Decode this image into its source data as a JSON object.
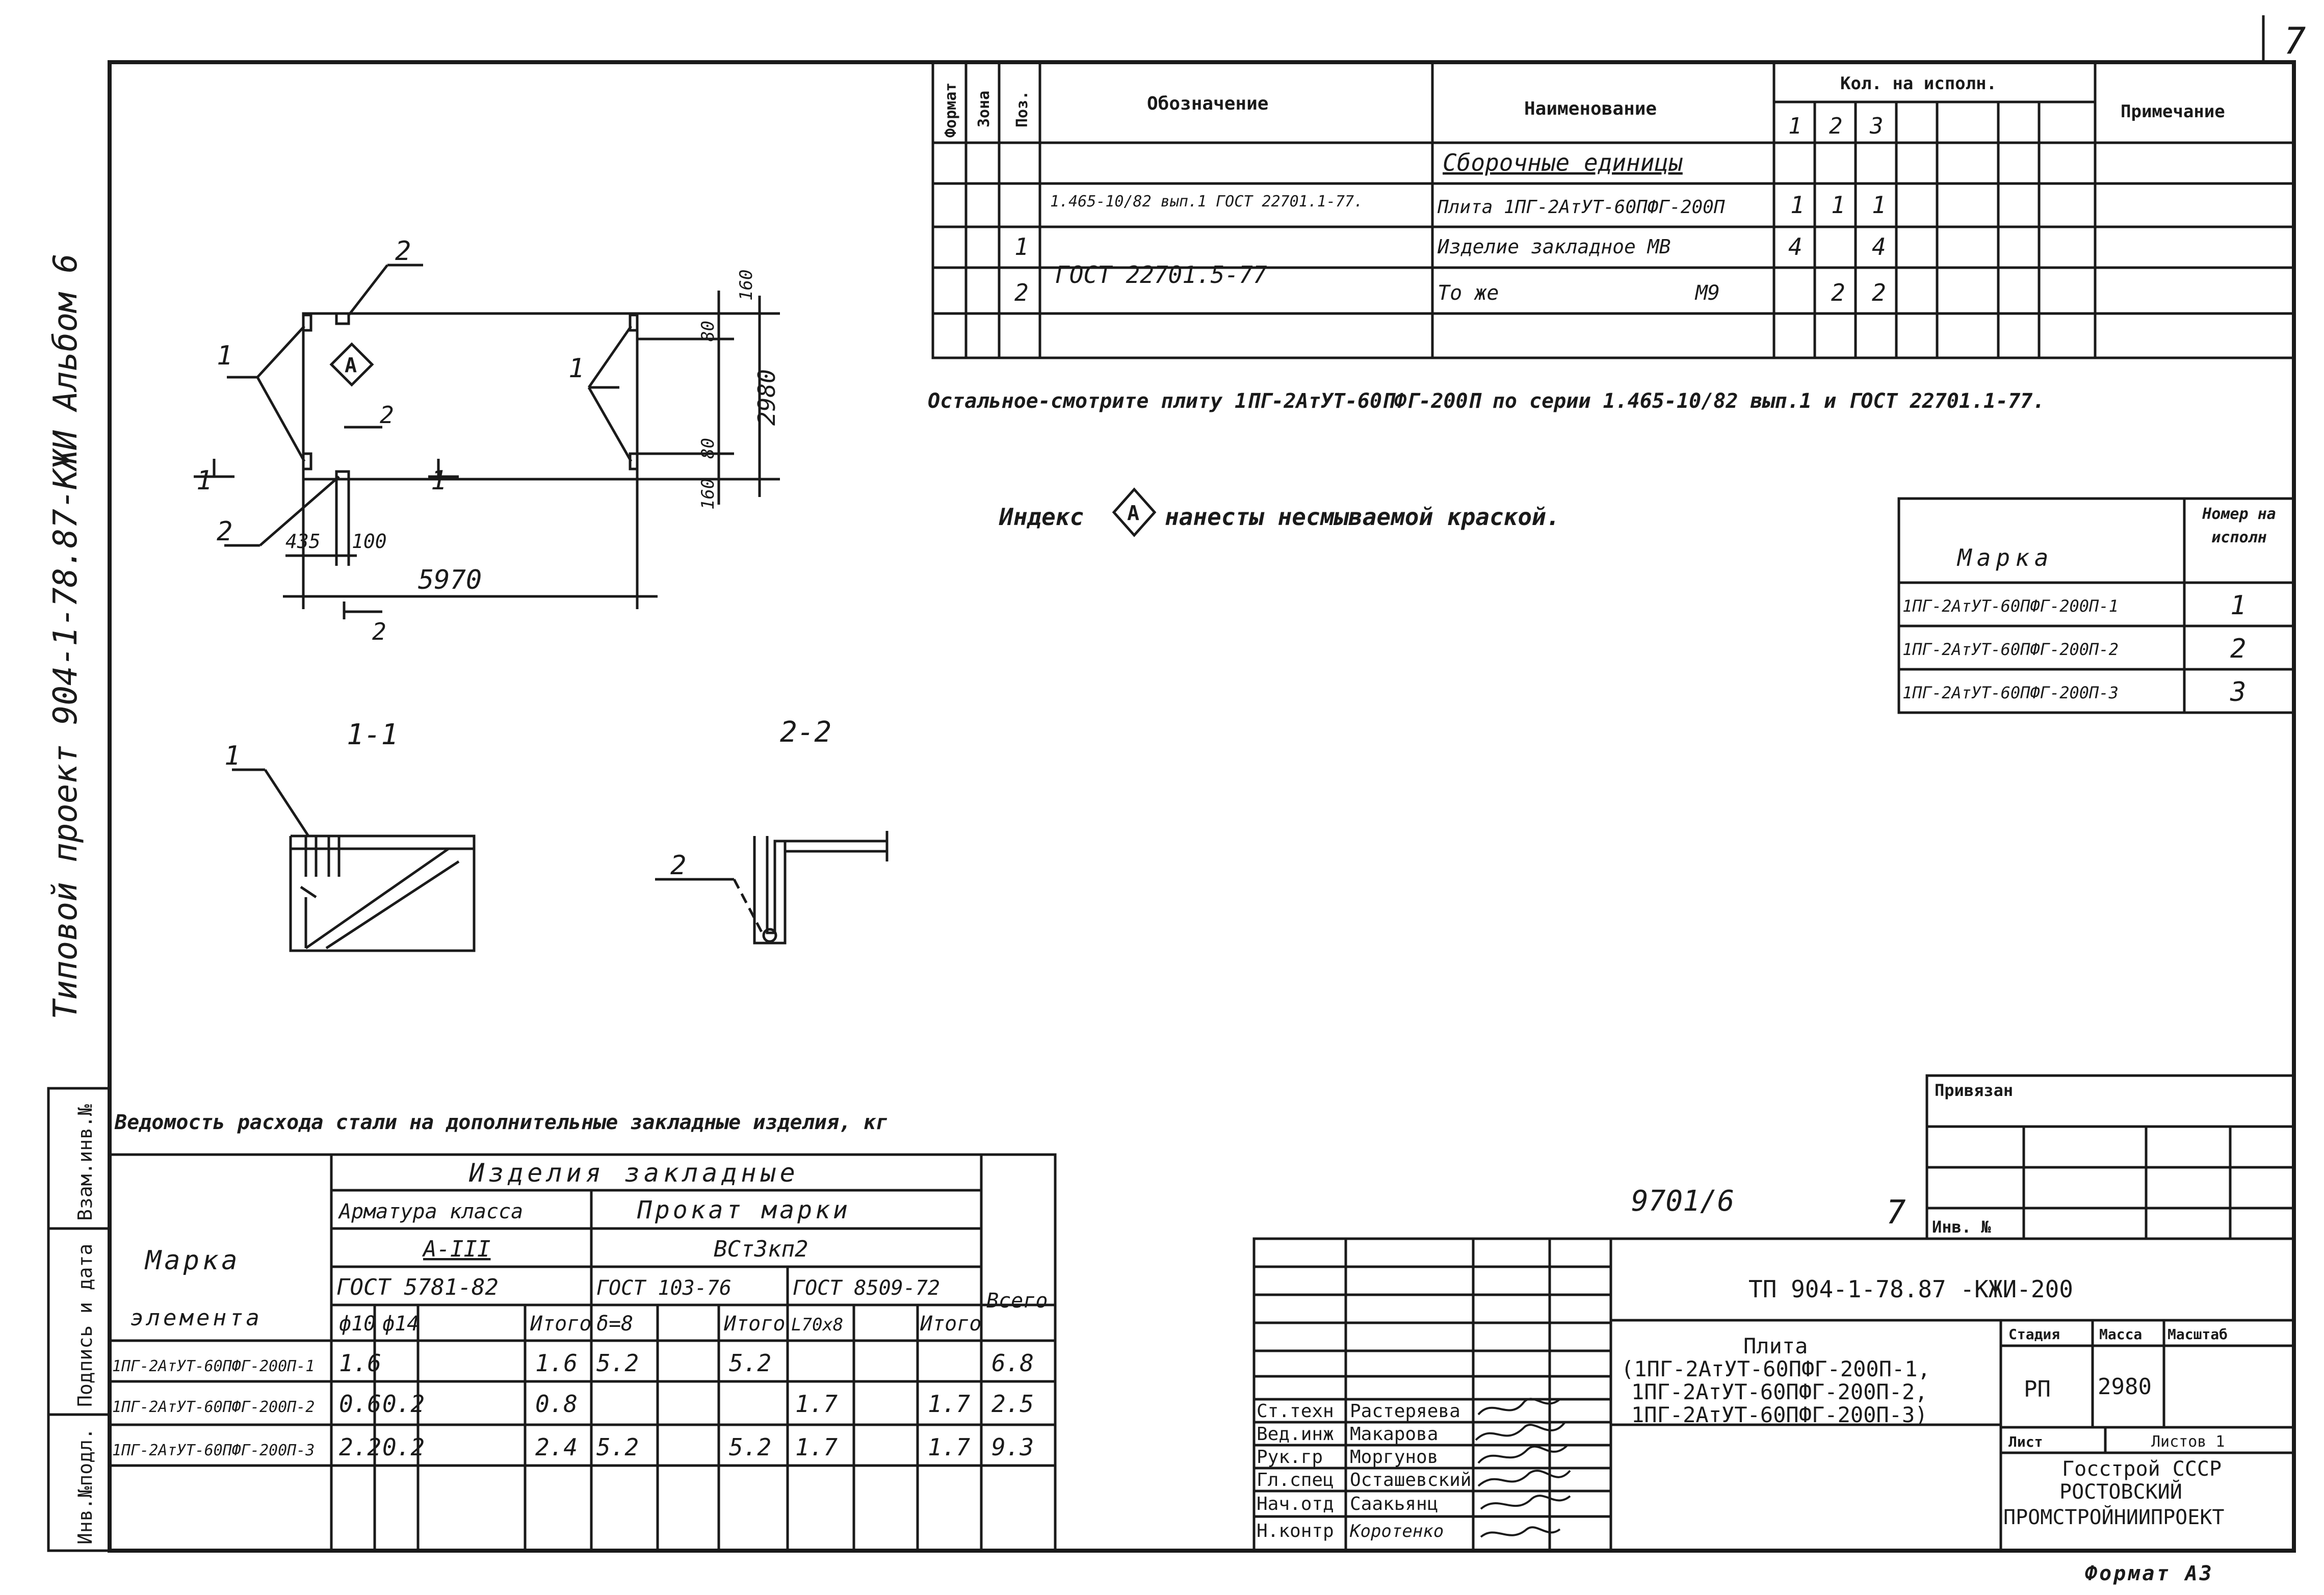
{
  "page_number": "7",
  "side_stamp": "Типовой проект 904-1-78.87-КЖИ Альбом 6",
  "spec_table": {
    "headers": {
      "format": "Формат",
      "zone": "Зона",
      "pos": "Поз.",
      "designation": "Обозначение",
      "name": "Наименование",
      "qty_group": "Кол. на исполн.",
      "qty_cols": [
        "1",
        "2",
        "3"
      ],
      "note": "Примечание"
    },
    "rows": [
      {
        "pos": "",
        "designation": "",
        "name": "Сборочные единицы",
        "q1": "",
        "q2": "",
        "q3": ""
      },
      {
        "pos": "",
        "designation": "1.465-10/82 вып.1 ГОСТ 22701.1-77.",
        "name": "Плита 1ПГ-2АтУТ-60ПФГ-200П",
        "q1": "1",
        "q2": "1",
        "q3": "1"
      },
      {
        "pos": "1",
        "designation": "ГОСТ 22701.5-77",
        "name": "Изделие закладное МВ",
        "q1": "4",
        "q2": "",
        "q3": "4"
      },
      {
        "pos": "2",
        "designation": "",
        "name": "То же                М9",
        "q1": "",
        "q2": "2",
        "q3": "2"
      },
      {
        "pos": "",
        "designation": "",
        "name": "",
        "q1": "",
        "q2": "",
        "q3": ""
      }
    ]
  },
  "notes": {
    "note1": "Остальное-смотрите плиту 1ПГ-2АтУТ-60ПФГ-200П по серии 1.465-10/82 вып.1 и ГОСТ 22701.1-77.",
    "note2_pre": "Индекс",
    "note2_post": "нанесты несмываемой краской.",
    "index_letter": "А"
  },
  "mark_table": {
    "col1": "Марка",
    "col2": "Номер на исполн",
    "rows": [
      {
        "mark": "1ПГ-2АтУТ-60ПФГ-200П-1",
        "num": "1"
      },
      {
        "mark": "1ПГ-2АтУТ-60ПФГ-200П-2",
        "num": "2"
      },
      {
        "mark": "1ПГ-2АтУТ-60ПФГ-200П-3",
        "num": "3"
      }
    ]
  },
  "plan": {
    "dim_length": "5970",
    "dim_width": "2980",
    "dim_left_a": "435",
    "dim_left_b": "100",
    "dim_right_a": "160",
    "dim_right_b": "160",
    "dim_right_c": "80",
    "dim_right_d": "80",
    "callout1": "1",
    "callout2": "2",
    "section1": "1",
    "section2": "2",
    "index_letter": "А"
  },
  "sections": {
    "s11_title": "1-1",
    "s22_title": "2-2",
    "callout1": "1",
    "callout2": "2"
  },
  "steel_table": {
    "title": "Ведомость расхода стали на дополнительные закладные изделия, кг",
    "col_mark": "Марка",
    "col_mark2": "элемента",
    "group": "Изделия закладные",
    "arm": "Арматура класса",
    "arm_class": "А-III",
    "arm_gost": "ГОСТ 5781-82",
    "prokat": "Прокат марки",
    "prokat_grade": "ВСт3кп2",
    "gost103": "ГОСТ 103-76",
    "gost8509": "ГОСТ 8509-72",
    "total": "Всего",
    "sub_cols": [
      "ф10",
      "ф14",
      "",
      "Итого",
      "δ=8",
      "",
      "Итого",
      "L70х8",
      "",
      "Итого"
    ],
    "rows": [
      {
        "mark": "1ПГ-2АтУТ-60ПФГ-200П-1",
        "c": [
          "1.6",
          "",
          "",
          "1.6",
          "5.2",
          "",
          "5.2",
          "",
          "",
          ""
        ],
        "total": "6.8"
      },
      {
        "mark": "1ПГ-2АтУТ-60ПФГ-200П-2",
        "c": [
          "0.6",
          "0.2",
          "",
          "0.8",
          "",
          "",
          "",
          "1.7",
          "",
          "1.7"
        ],
        "total": "2.5"
      },
      {
        "mark": "1ПГ-2АтУТ-60ПФГ-200П-3",
        "c": [
          "2.2",
          "0.2",
          "",
          "2.4",
          "5.2",
          "",
          "5.2",
          "1.7",
          "",
          "1.7"
        ],
        "total": "9.3"
      }
    ]
  },
  "left_strip": [
    "Инв.№подл.",
    "Подпись и дата",
    "Взам.инв.№"
  ],
  "privyazan": {
    "label": "Привязан",
    "inv": "Инв. №"
  },
  "archive_no": "9701/6",
  "archive_page": "7",
  "title_block": {
    "code": "ТП 904-1-78.87 -КЖИ-200",
    "name_lines": [
      "Плита",
      "(1ПГ-2АтУТ-60ПФГ-200П-1,",
      "1ПГ-2АтУТ-60ПФГ-200П-2,",
      "1ПГ-2АтУТ-60ПФГ-200П-3)"
    ],
    "stage_label": "Стадия",
    "mass_label": "Масса",
    "scale_label": "Масштаб",
    "stage": "РП",
    "mass": "2980",
    "sheet_label": "Лист",
    "sheets_label": "Листов 1",
    "org": [
      "Госстрой СССР",
      "РОСТОВСКИЙ",
      "ПРОМСТРОЙНИИПРОЕКТ"
    ],
    "people": [
      {
        "role": "Ст.техн",
        "name": "Растеряева"
      },
      {
        "role": "Вед.инж",
        "name": "Макарова"
      },
      {
        "role": "Рук.гр",
        "name": "Моргунов"
      },
      {
        "role": "Гл.спец",
        "name": "Осташевский"
      },
      {
        "role": "Нач.отд",
        "name": "Саакьянц"
      },
      {
        "role": "Н.контр",
        "name": "Коротенко"
      }
    ]
  },
  "format": "Формат А3"
}
